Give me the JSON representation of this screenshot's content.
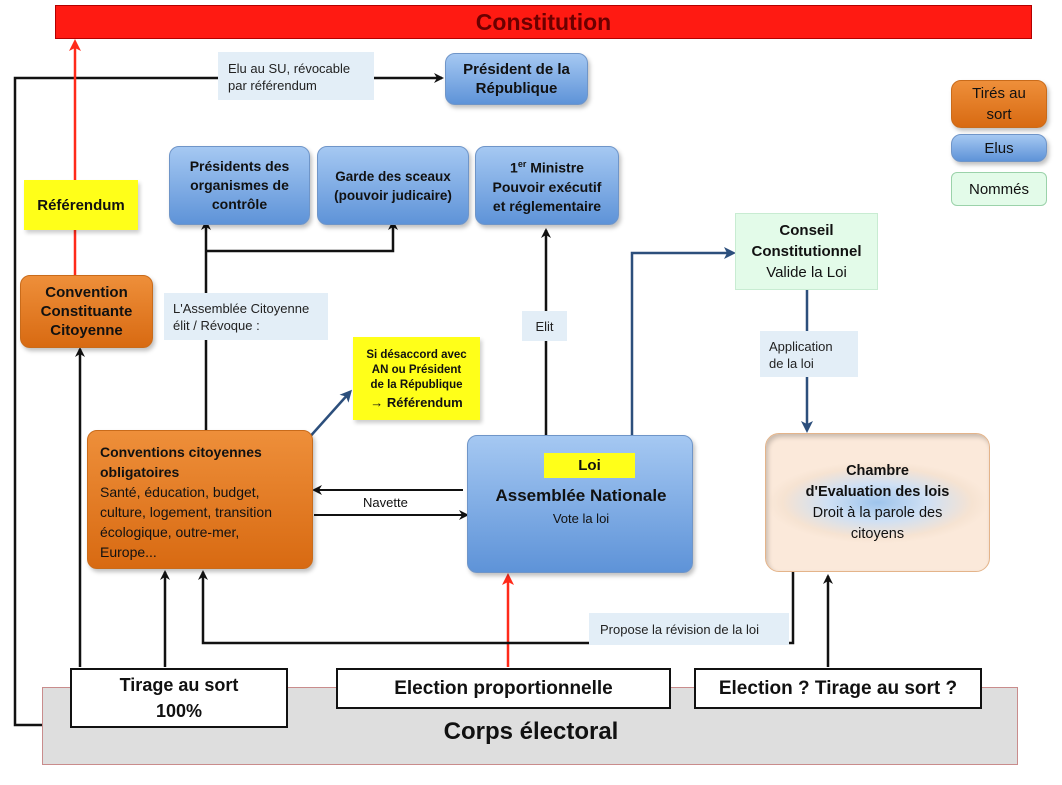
{
  "title": "Constitution",
  "legend": {
    "tires": "Tirés au sort",
    "elus": "Elus",
    "nommes": "Nommés"
  },
  "president": {
    "line1": "Président de la",
    "line2": "République"
  },
  "elected_note": {
    "line1": "Elu au SU, révocable",
    "line2": "par référendum"
  },
  "referendum_label": "Référendum",
  "convention_constituante": {
    "line1": "Convention",
    "line2": "Constituante",
    "line3": "Citoyenne"
  },
  "presidents_org": {
    "line1": "Présidents des",
    "line2": "organismes de",
    "line3": "contrôle"
  },
  "garde_sceaux": {
    "line1": "Garde des sceaux",
    "line2": "(pouvoir judicaire)"
  },
  "premier_ministre": {
    "line1_num": "1",
    "line1_sup": "er",
    "line1_rest": " Ministre",
    "line2": "Pouvoir exécutif",
    "line3": "et réglementaire"
  },
  "assemblee_citoyenne_note": {
    "line1": "L'Assemblée Citoyenne",
    "line2": "élit / Révoque :"
  },
  "desaccord": {
    "line1": "Si désaccord avec",
    "line2": "AN ou Président",
    "line3": "de la  République",
    "line4": "→ Référendum"
  },
  "elit_note": "Elit",
  "conseil_constitutionnel": {
    "line1": "Conseil",
    "line2": "Constitutionnel",
    "line3": "Valide la Loi"
  },
  "application_note": {
    "line1": "Application",
    "line2": "de la loi"
  },
  "conventions_citoyennes": {
    "title1": "Conventions citoyennes",
    "title2": "obligatoires",
    "body1": "Santé, éducation, budget,",
    "body2": "culture, logement, transition",
    "body3": "écologique, outre-mer,",
    "body4": "Europe..."
  },
  "navette": "Navette",
  "assemblee_nationale": {
    "loi": "Loi",
    "title": "Assemblée Nationale",
    "subtitle": "Vote la loi"
  },
  "chambre": {
    "line1": "Chambre",
    "line2": "d'Evaluation des lois",
    "line3": "Droit à la parole des",
    "line4": "citoyens"
  },
  "propose_revision": "Propose la révision de la loi",
  "tirage": {
    "line1": "Tirage au sort",
    "line2": "100%"
  },
  "election_prop": "Election proportionnelle",
  "election_question": "Election ? Tirage au sort ?",
  "corps_electoral": "Corps électoral",
  "colors": {
    "banner_red": "#ff1a12",
    "blue_box": "#5e93d8",
    "orange_box": "#e47a22",
    "yellow": "#ffff19",
    "green_box": "#e3fbe9",
    "note_bg": "#e3eef7",
    "arrow_dark": "#111111",
    "arrow_red": "#ff2a1a",
    "arrow_blue": "#2c4f7c"
  }
}
